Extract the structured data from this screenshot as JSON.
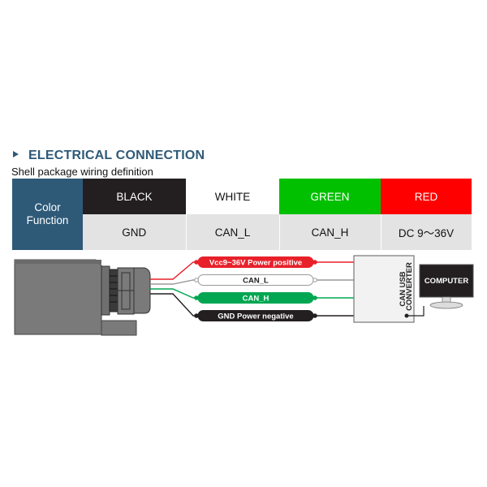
{
  "header": {
    "title": "ELECTRICAL CONNECTION",
    "subtitle": "Shell package wiring definition",
    "arrow_icon": "triangle-right-icon"
  },
  "table": {
    "row_header": "Color\nFunction",
    "row_header_line1": "Color",
    "row_header_line2": "Function",
    "columns": [
      {
        "color": "BLACK",
        "function": "GND",
        "swatch": "#231f20"
      },
      {
        "color": "WHITE",
        "function": "CAN_L",
        "swatch": "#ffffff"
      },
      {
        "color": "GREEN",
        "function": "CAN_H",
        "swatch": "#00c000"
      },
      {
        "color": "RED",
        "function": "DC 9～36V",
        "swatch": "#ff0000"
      }
    ],
    "header_color": "#2e5a78"
  },
  "diagram": {
    "wires": [
      {
        "label": "Vcc9~36V Power positive",
        "color": "#e8202a",
        "pin": "POWER"
      },
      {
        "label": "CAN_L",
        "color": "#ffffff",
        "pin": "CAN_L"
      },
      {
        "label": "CAN_H",
        "color": "#00a651",
        "pin": "CAN_H"
      },
      {
        "label": "GND  Power negative",
        "color": "#231f20",
        "pin": "GND"
      }
    ],
    "converter": {
      "line1": "CAN USB",
      "line2": "CONVERTER"
    },
    "computer": {
      "label": "COMPUTER"
    }
  }
}
